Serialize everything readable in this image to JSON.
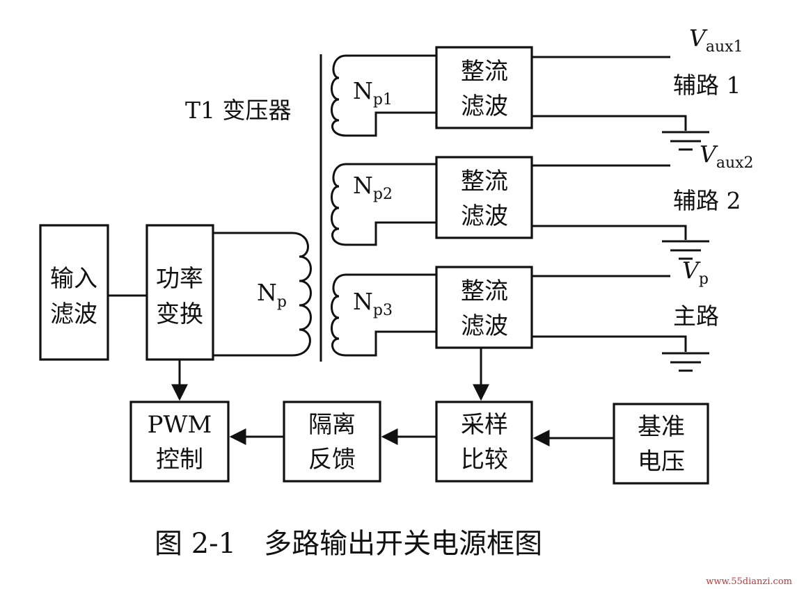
{
  "diagram": {
    "transformer_label": "T1 变压器",
    "blocks": {
      "input_filter": [
        "输入",
        "滤波"
      ],
      "power_convert": [
        "功率",
        "变换"
      ],
      "rect1": [
        "整流",
        "滤波"
      ],
      "rect2": [
        "整流",
        "滤波"
      ],
      "rect3": [
        "整流",
        "滤波"
      ],
      "pwm": [
        "PWM",
        "控制"
      ],
      "isolation": [
        "隔离",
        "反馈"
      ],
      "sampling": [
        "采样",
        "比较"
      ],
      "reference": [
        "基准",
        "电压"
      ]
    },
    "windings": {
      "primary": {
        "main": "N",
        "sub": "p"
      },
      "np1": {
        "main": "N",
        "sub": "p1"
      },
      "np2": {
        "main": "N",
        "sub": "p2"
      },
      "np3": {
        "main": "N",
        "sub": "p3"
      }
    },
    "outputs": [
      {
        "voltage": "V",
        "voltage_sub": "aux1",
        "name": "辅路 1"
      },
      {
        "voltage": "V",
        "voltage_sub": "aux2",
        "name": "辅路 2"
      },
      {
        "voltage": "V",
        "voltage_sub": "p",
        "name": "主路"
      }
    ],
    "caption": "图 2-1　多路输出开关电源框图",
    "watermark": "www.55dianzi.com"
  },
  "colors": {
    "line": "#111111",
    "background": "#ffffff",
    "watermark": "#cc3333"
  }
}
